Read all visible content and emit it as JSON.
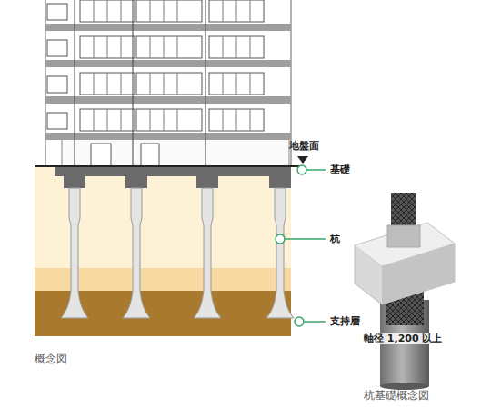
{
  "diagram": {
    "labels": [
      "地盤面",
      "基礎",
      "杭",
      "支持層",
      "概念図",
      "軸径 1,200 以上",
      "杭基礎概念図"
    ]
  }
}
